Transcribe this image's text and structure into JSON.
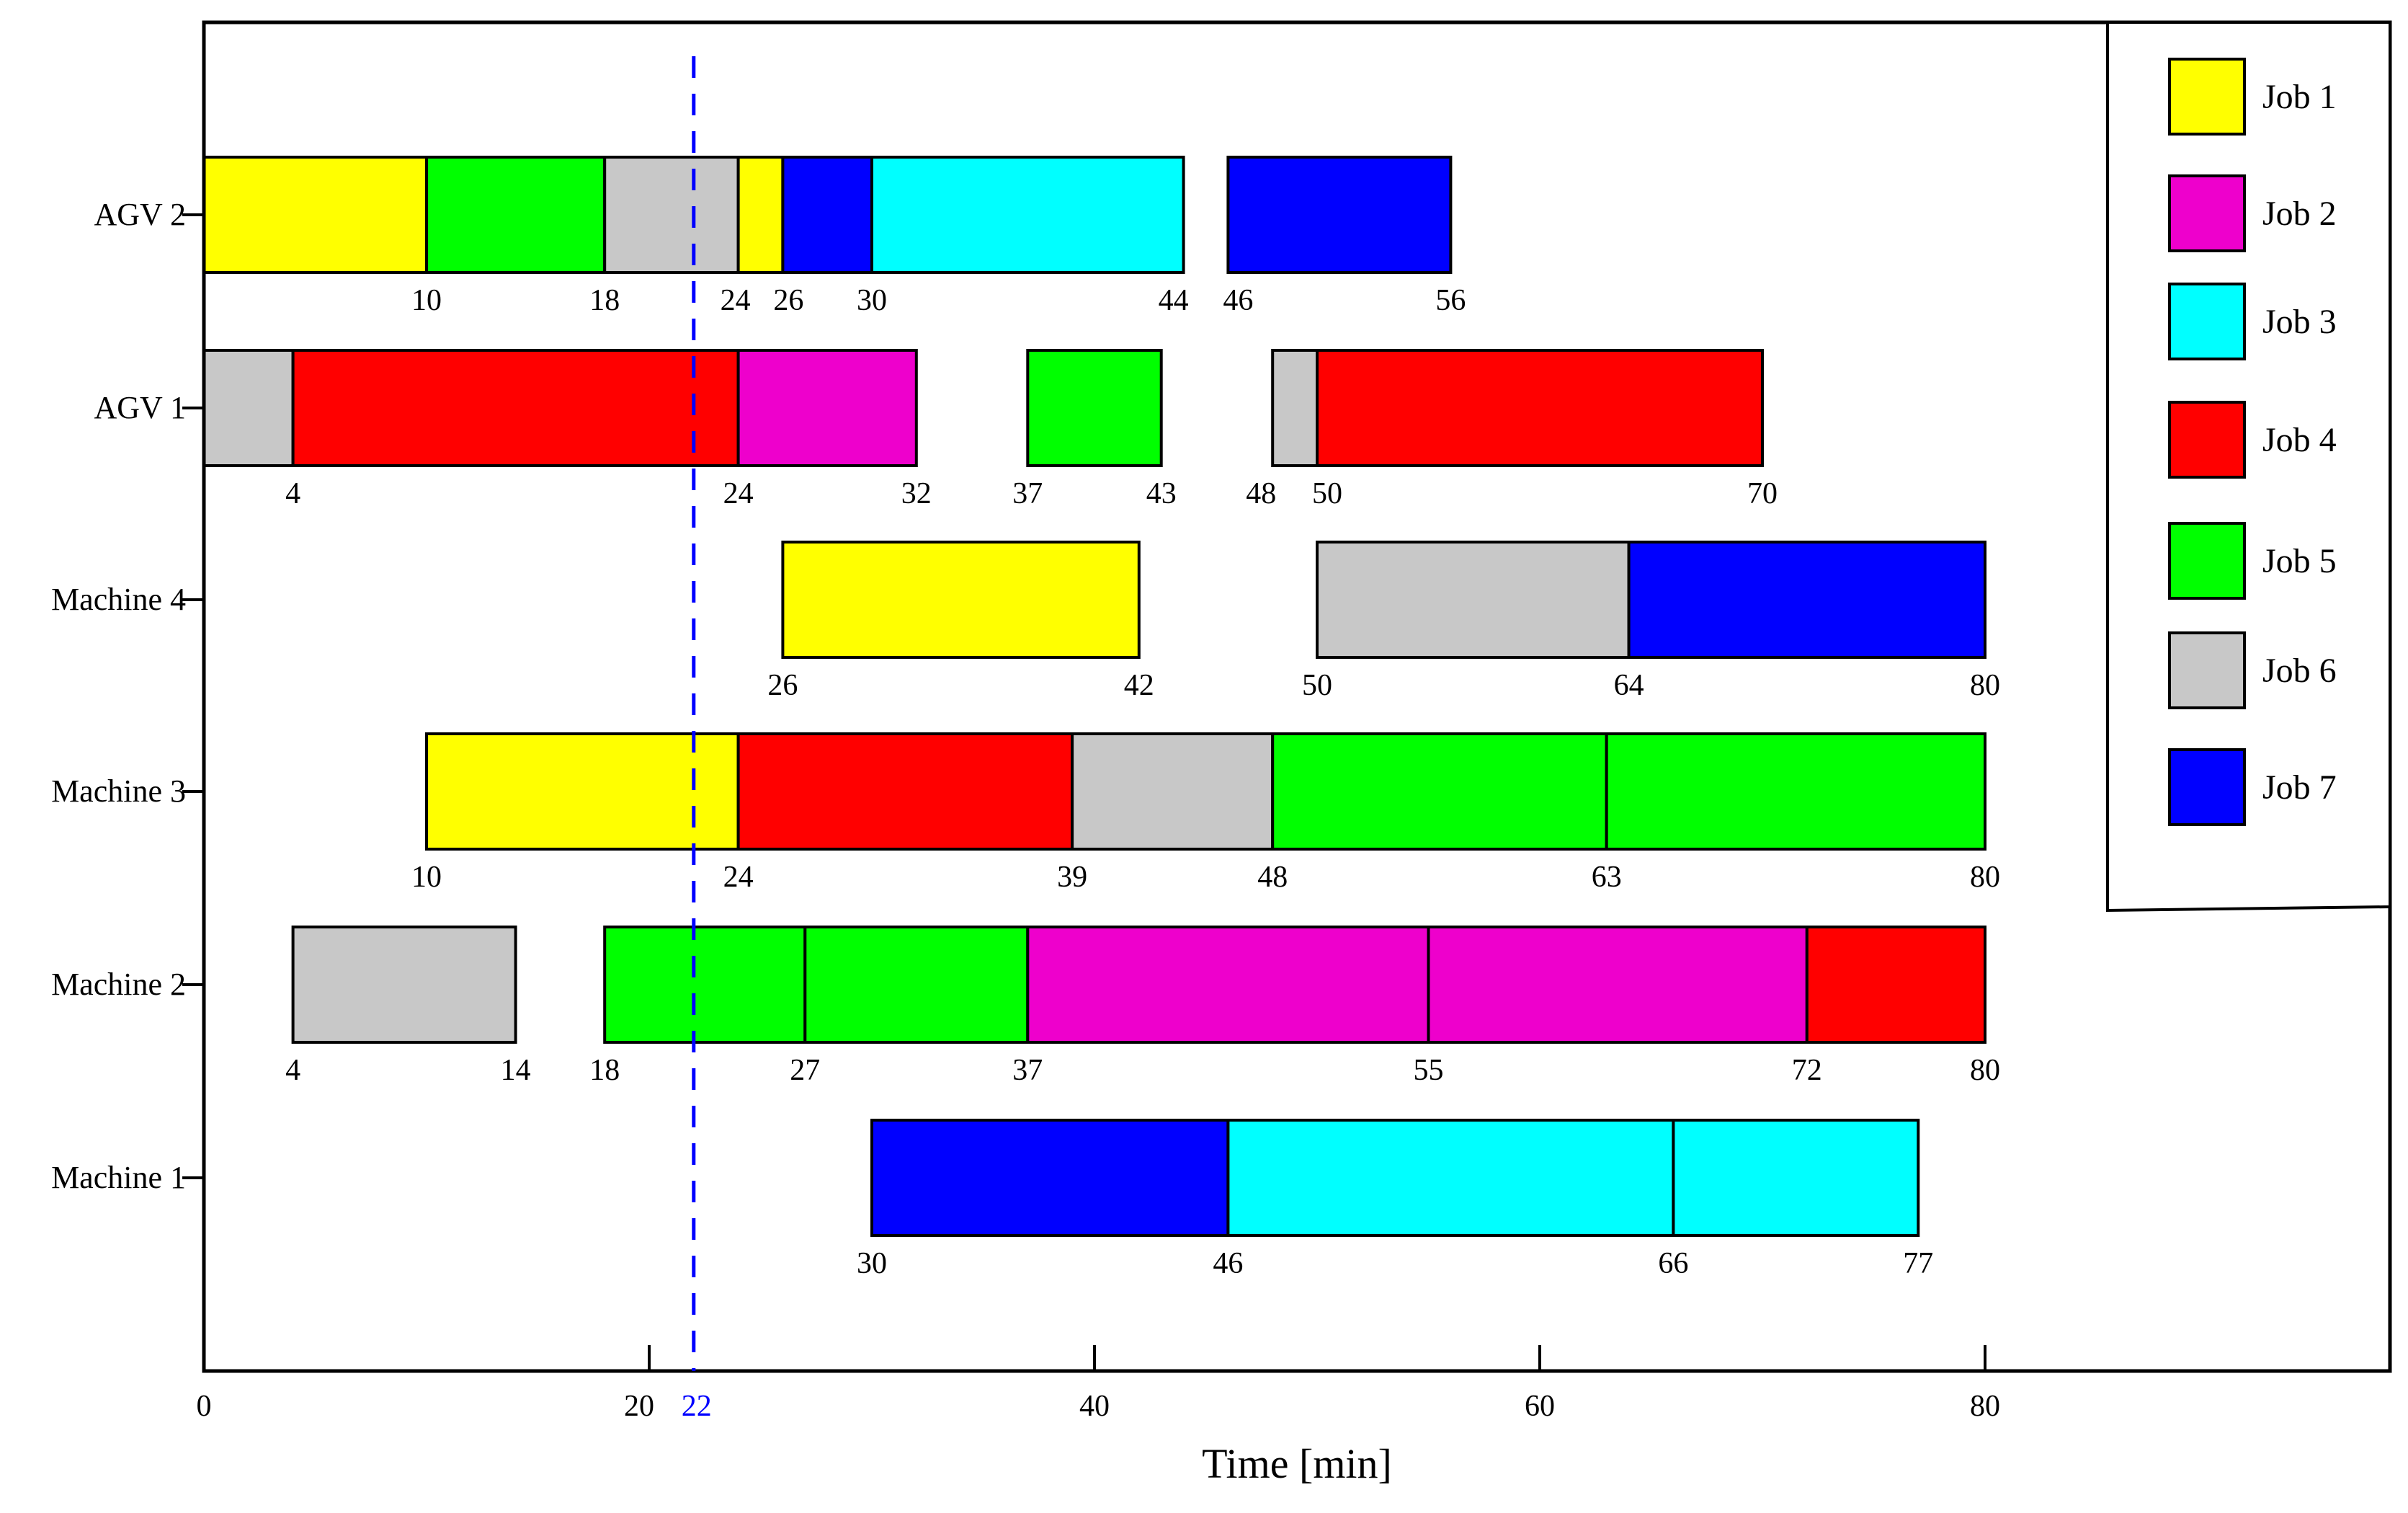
{
  "chart_data": {
    "type": "gantt",
    "xlabel": "Time [min]",
    "xlim": [
      0,
      98
    ],
    "x_ticks": [
      0,
      20,
      40,
      60,
      80
    ],
    "marker": {
      "value": 22,
      "label": "22",
      "color": "#0000FF"
    },
    "rows": [
      "Machine 1",
      "Machine 2",
      "Machine 3",
      "Machine 4",
      "AGV 1",
      "AGV 2"
    ],
    "legend": [
      {
        "label": "Job 1",
        "color": "#FFFF00"
      },
      {
        "label": "Job 2",
        "color": "#EE00CC"
      },
      {
        "label": "Job 3",
        "color": "#00FFFF"
      },
      {
        "label": "Job 4",
        "color": "#FF0000"
      },
      {
        "label": "Job 5",
        "color": "#00FF00"
      },
      {
        "label": "Job 6",
        "color": "#C8C8C8"
      },
      {
        "label": "Job 7",
        "color": "#0000FF"
      }
    ],
    "tasks": [
      {
        "row": "AGV 2",
        "job": "Job 1",
        "start": 0,
        "end": 10
      },
      {
        "row": "AGV 2",
        "job": "Job 5",
        "start": 10,
        "end": 18
      },
      {
        "row": "AGV 2",
        "job": "Job 6",
        "start": 18,
        "end": 24
      },
      {
        "row": "AGV 2",
        "job": "Job 1",
        "start": 24,
        "end": 26
      },
      {
        "row": "AGV 2",
        "job": "Job 7",
        "start": 26,
        "end": 30
      },
      {
        "row": "AGV 2",
        "job": "Job 3",
        "start": 30,
        "end": 44
      },
      {
        "row": "AGV 2",
        "job": "Job 7",
        "start": 46,
        "end": 56
      },
      {
        "row": "AGV 1",
        "job": "Job 6",
        "start": 0,
        "end": 4
      },
      {
        "row": "AGV 1",
        "job": "Job 4",
        "start": 4,
        "end": 24
      },
      {
        "row": "AGV 1",
        "job": "Job 2",
        "start": 24,
        "end": 32
      },
      {
        "row": "AGV 1",
        "job": "Job 5",
        "start": 37,
        "end": 43
      },
      {
        "row": "AGV 1",
        "job": "Job 6",
        "start": 48,
        "end": 50
      },
      {
        "row": "AGV 1",
        "job": "Job 4",
        "start": 50,
        "end": 70
      },
      {
        "row": "Machine 4",
        "job": "Job 1",
        "start": 26,
        "end": 42
      },
      {
        "row": "Machine 4",
        "job": "Job 6",
        "start": 50,
        "end": 64
      },
      {
        "row": "Machine 4",
        "job": "Job 7",
        "start": 64,
        "end": 80
      },
      {
        "row": "Machine 3",
        "job": "Job 1",
        "start": 10,
        "end": 24
      },
      {
        "row": "Machine 3",
        "job": "Job 4",
        "start": 24,
        "end": 39
      },
      {
        "row": "Machine 3",
        "job": "Job 6",
        "start": 39,
        "end": 48
      },
      {
        "row": "Machine 3",
        "job": "Job 5",
        "start": 48,
        "end": 63
      },
      {
        "row": "Machine 3",
        "job": "Job 5",
        "start": 63,
        "end": 80
      },
      {
        "row": "Machine 2",
        "job": "Job 6",
        "start": 4,
        "end": 14
      },
      {
        "row": "Machine 2",
        "job": "Job 5",
        "start": 18,
        "end": 27
      },
      {
        "row": "Machine 2",
        "job": "Job 5",
        "start": 27,
        "end": 37
      },
      {
        "row": "Machine 2",
        "job": "Job 2",
        "start": 37,
        "end": 55
      },
      {
        "row": "Machine 2",
        "job": "Job 2",
        "start": 55,
        "end": 72
      },
      {
        "row": "Machine 2",
        "job": "Job 4",
        "start": 72,
        "end": 80
      },
      {
        "row": "Machine 1",
        "job": "Job 7",
        "start": 30,
        "end": 46
      },
      {
        "row": "Machine 1",
        "job": "Job 3",
        "start": 46,
        "end": 66
      },
      {
        "row": "Machine 1",
        "job": "Job 3",
        "start": 66,
        "end": 77
      }
    ],
    "time_labels": [
      {
        "row": "AGV 2",
        "values": [
          "10",
          "18",
          "24",
          "26",
          "30",
          "44",
          "46",
          "56"
        ]
      },
      {
        "row": "AGV 1",
        "values": [
          "4",
          "24",
          "32",
          "37",
          "43",
          "48",
          "50",
          "70"
        ]
      },
      {
        "row": "Machine 4",
        "values": [
          "26",
          "42",
          "50",
          "64",
          "80"
        ]
      },
      {
        "row": "Machine 3",
        "values": [
          "10",
          "24",
          "39",
          "48",
          "63",
          "80"
        ]
      },
      {
        "row": "Machine 2",
        "values": [
          "4",
          "14",
          "18",
          "27",
          "37",
          "55",
          "72",
          "80"
        ]
      },
      {
        "row": "Machine 1",
        "values": [
          "30",
          "46",
          "66",
          "77"
        ]
      }
    ]
  }
}
